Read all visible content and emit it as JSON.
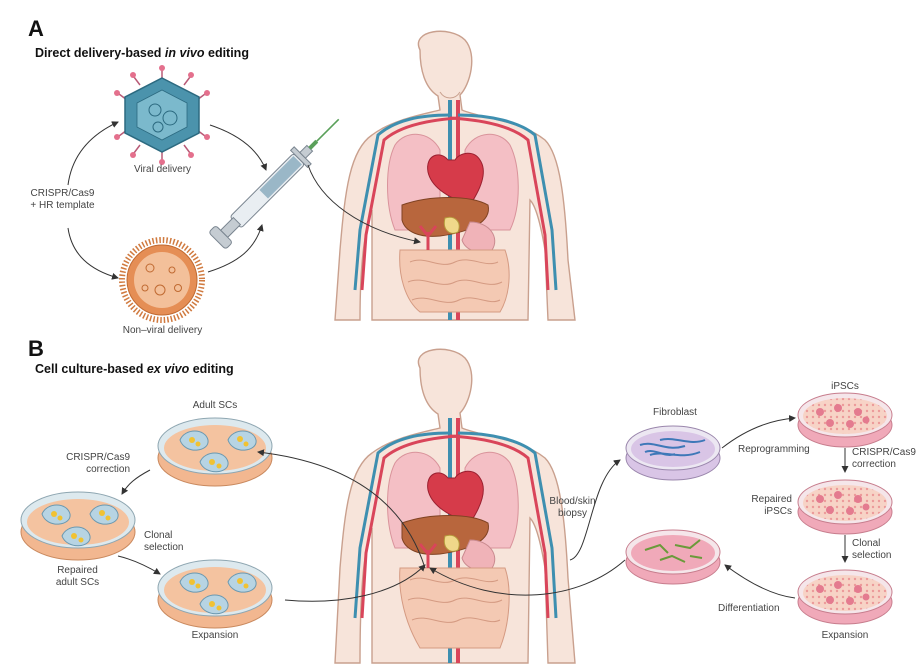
{
  "panel_a": {
    "letter": "A",
    "title_pre": "Direct delivery-based ",
    "title_em": "in vivo",
    "title_post": " editing",
    "left_label_line1": "CRISPR/Cas9",
    "left_label_line2": "+ HR template",
    "viral": "Viral delivery",
    "nonviral": "Non–viral delivery"
  },
  "panel_b": {
    "letter": "B",
    "title_pre": "Cell culture-based ",
    "title_em": "ex vivo",
    "title_post": " editing",
    "adult_scs": "Adult SCs",
    "crispr_line1": "CRISPR/Cas9",
    "crispr_line2": "correction",
    "clonal_line1": "Clonal",
    "clonal_line2": "selection",
    "repaired_line1": "Repaired",
    "repaired_line2": "adult SCs",
    "expansion_left": "Expansion",
    "biopsy_line1": "Blood/skin",
    "biopsy_line2": "biopsy",
    "fibroblast": "Fibroblast",
    "reprogramming": "Reprogramming",
    "ipscs": "iPSCs",
    "crispr_r_line1": "CRISPR/Cas9",
    "crispr_r_line2": "correction",
    "repaired_ipscs_line1": "Repaired",
    "repaired_ipscs_line2": "iPSCs",
    "clonal_r_line1": "Clonal",
    "clonal_r_line2": "selection",
    "differentiation": "Differentiation",
    "expansion_right": "Expansion"
  },
  "colors": {
    "skin": "#f7e4da",
    "skin_outline": "#c9a08e",
    "artery": "#d9455a",
    "vein": "#3e8fb0",
    "heart": "#d63b4a",
    "liver": "#b8663d",
    "lung": "#f4bfc5",
    "intestine": "#f4c9b3",
    "dish_orange": "#f2b790",
    "dish_pink": "#f0a9b9",
    "dish_violet": "#d9c5e6",
    "virus": "#4b93ac",
    "virus_spike": "#e4708d",
    "nanoparticle": "#e58e55"
  }
}
